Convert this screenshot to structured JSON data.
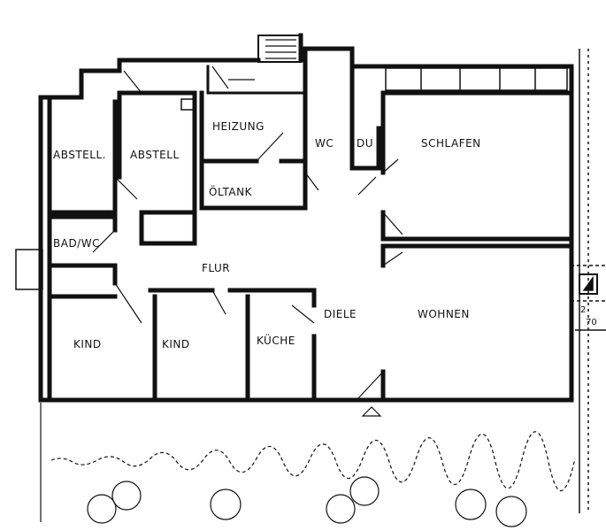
{
  "rooms": {
    "abstell_1": "ABSTELL.",
    "abstell_2": "ABSTELL",
    "heizung": "HEIZUNG",
    "oeltank": "ÖLTANK",
    "wc": "WC",
    "du": "DU",
    "schlafen": "SCHLAFEN",
    "bad_wc": "BAD/WC",
    "flur": "FLUR",
    "diele": "DIELE",
    "wohnen": "WOHNEN",
    "kind_1": "KIND",
    "kind_2": "KIND",
    "kueche": "KÜCHE"
  },
  "dimension": {
    "major": "2",
    "minor": "70"
  },
  "colors": {
    "ink": "#111111",
    "paper": "#ffffff"
  }
}
